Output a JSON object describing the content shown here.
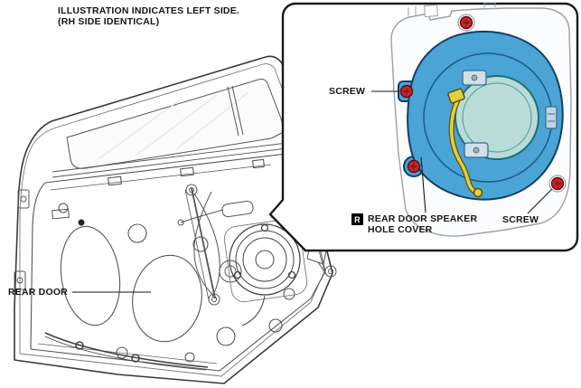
{
  "note": {
    "line1": "ILLUSTRATION INDICATES LEFT SIDE.",
    "line2": "(RH SIDE IDENTICAL)"
  },
  "labels": {
    "rear_door": "REAR DOOR",
    "screw_left": "SCREW",
    "screw_bottom": "SCREW",
    "cover_badge": "R",
    "cover_line1": "REAR DOOR SPEAKER",
    "cover_line2": "HOLE COVER"
  },
  "colors": {
    "cover_blue": "#4aa4d6",
    "cover_outline": "#123f63",
    "speaker_teal": "#b9dcd8",
    "screw_red": "#c8242b",
    "wire_yellow": "#e6cf3c",
    "line_dark": "#151515"
  }
}
